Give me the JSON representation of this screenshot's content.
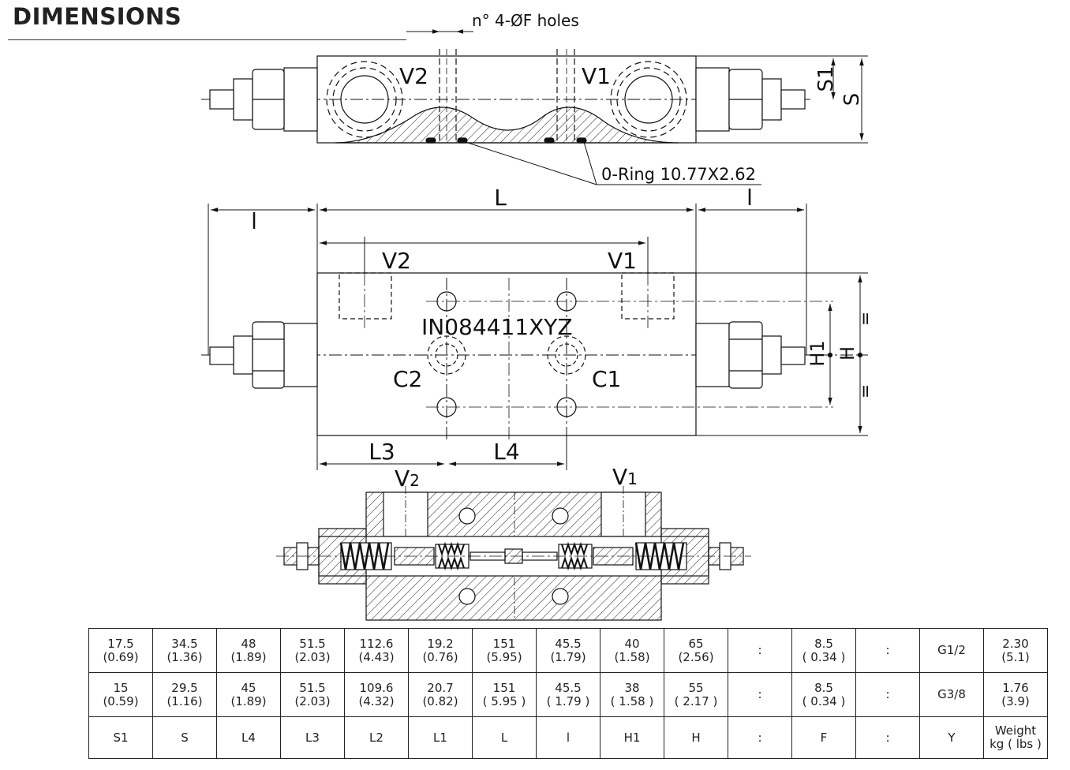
{
  "header": {
    "title": "DIMENSIONS"
  },
  "top_view": {
    "holes_label": "n°  4-ØF holes",
    "port_v2": "V2",
    "port_v1": "V1",
    "dim_s1": "S1",
    "dim_s": "S",
    "oring_label": "0-Ring 10.77X2.62"
  },
  "front_view": {
    "dim_l": "L",
    "dim_l_left": "l",
    "dim_l_right": "l",
    "port_v2": "V2",
    "port_v1": "V1",
    "model_code": "IN084411XYZ",
    "port_c2": "C2",
    "port_c1": "C1",
    "dim_l3": "L3",
    "dim_l4": "L4",
    "dim_h1": "H1",
    "dim_h": "H",
    "eq_mark": "="
  },
  "section_view": {
    "port_v2_main": "V",
    "port_v2_sub": "2",
    "port_v1_main": "V",
    "port_v1_sub": "1"
  },
  "table": {
    "rows": [
      [
        "17.5\n(0.69)",
        "34.5\n(1.36)",
        "48\n(1.89)",
        "51.5\n(2.03)",
        "112.6\n(4.43)",
        "19.2\n(0.76)",
        "151\n(5.95)",
        "45.5\n(1.79)",
        "40\n(1.58)",
        "65\n(2.56)",
        ":",
        "8.5\n( 0.34 )",
        ":",
        "G1/2",
        "2.30\n(5.1)"
      ],
      [
        "15\n(0.59)",
        "29.5\n(1.16)",
        "45\n(1.89)",
        "51.5\n(2.03)",
        "109.6\n(4.32)",
        "20.7\n(0.82)",
        "151\n( 5.95 )",
        "45.5\n( 1.79 )",
        "38\n( 1.58 )",
        "55\n( 2.17 )",
        ":",
        "8.5\n( 0.34 )",
        ":",
        "G3/8",
        "1.76\n(3.9)"
      ],
      [
        "S1",
        "S",
        "L4",
        "L3",
        "L2",
        "L1",
        "L",
        "l",
        "H1",
        "H",
        ":",
        "F",
        ":",
        "Y",
        "Weight\nkg ( lbs )"
      ]
    ]
  }
}
